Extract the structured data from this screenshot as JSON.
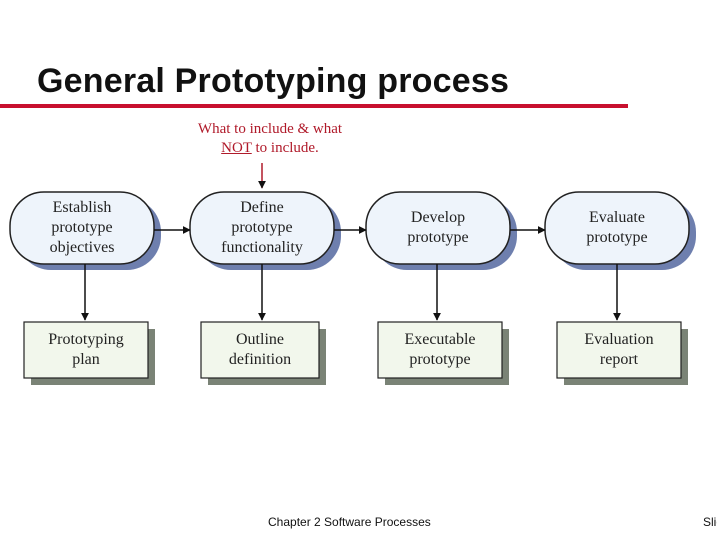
{
  "slide": {
    "title": "General Prototyping process",
    "annotation": {
      "line1": "What to include & what",
      "line2_underlined": "NOT",
      "line2_rest": " to include."
    },
    "footer": "Chapter 2 Software Processes",
    "slide_number": "Slide"
  },
  "diagram": {
    "stages": [
      {
        "label": "Establish\nprototype\nobjectives"
      },
      {
        "label": "Define\nprototype\nfunctionality"
      },
      {
        "label": "Develop\nprototype"
      },
      {
        "label": "Evaluate\nprototype"
      }
    ],
    "outputs": [
      {
        "label": "Prototyping\nplan"
      },
      {
        "label": "Outline\ndefinition"
      },
      {
        "label": "Executable\nprototype"
      },
      {
        "label": "Evaluation\nreport"
      }
    ]
  },
  "colors": {
    "accent_rule": "#c8102e",
    "annotation_text": "#b01a2a",
    "stage_fill": "#eef4fb",
    "stage_shadow": "#6e7fae",
    "doc_fill": "#f2f7ec",
    "doc_shadow": "#7a8376"
  }
}
